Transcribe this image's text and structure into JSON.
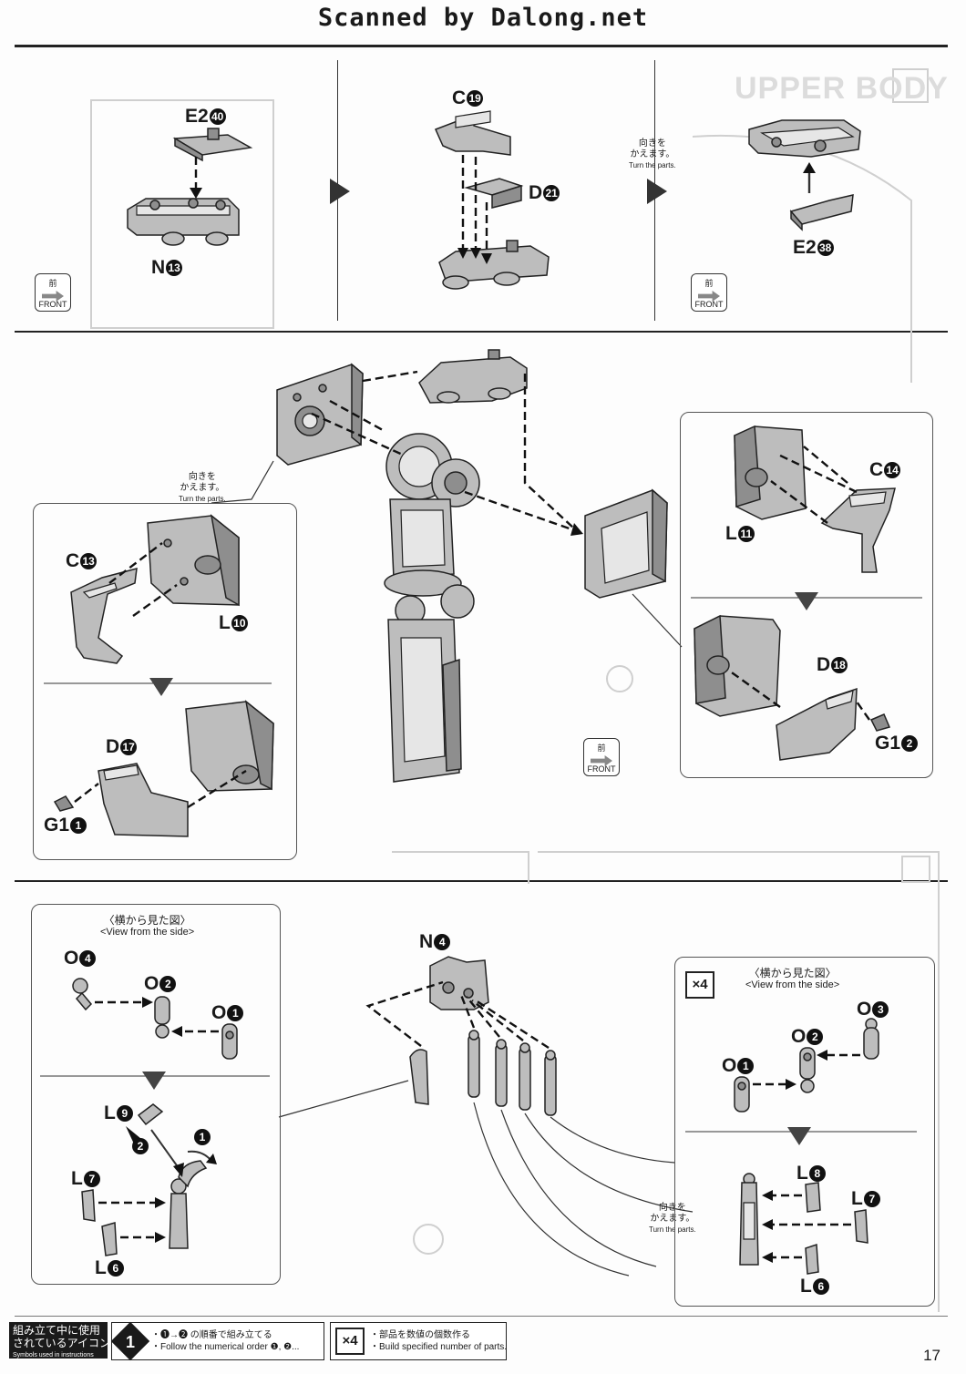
{
  "header": {
    "scan_credit": "Scanned by Dalong.net"
  },
  "step_bg": {
    "upper_body": "UPPER BODY"
  },
  "notes": {
    "turn_jp": "向きを\nかえます。",
    "turn_en": "Turn the parts.",
    "view_side_jp": "〈横から見た図〉",
    "view_side_en": "<View from the side>",
    "front_jp": "前",
    "front_en": "FRONT",
    "x4": "×4"
  },
  "parts": {
    "e2_40": {
      "letter": "E2",
      "num": "40"
    },
    "n13": {
      "letter": "N",
      "num": "13"
    },
    "c19": {
      "letter": "C",
      "num": "19"
    },
    "d21": {
      "letter": "D",
      "num": "21"
    },
    "e2_38": {
      "letter": "E2",
      "num": "38"
    },
    "c14": {
      "letter": "C",
      "num": "14"
    },
    "l11": {
      "letter": "L",
      "num": "11"
    },
    "d18": {
      "letter": "D",
      "num": "18"
    },
    "g1_2": {
      "letter": "G1",
      "num": "2"
    },
    "c13": {
      "letter": "C",
      "num": "13"
    },
    "l10": {
      "letter": "L",
      "num": "10"
    },
    "d17": {
      "letter": "D",
      "num": "17"
    },
    "g1_1": {
      "letter": "G1",
      "num": "1"
    },
    "n4": {
      "letter": "N",
      "num": "4"
    },
    "o4": {
      "letter": "O",
      "num": "4"
    },
    "o2a": {
      "letter": "O",
      "num": "2"
    },
    "o1a": {
      "letter": "O",
      "num": "1"
    },
    "l9": {
      "letter": "L",
      "num": "9"
    },
    "l7a": {
      "letter": "L",
      "num": "7"
    },
    "l6a": {
      "letter": "L",
      "num": "6"
    },
    "o3": {
      "letter": "O",
      "num": "3"
    },
    "o2b": {
      "letter": "O",
      "num": "2"
    },
    "o1b": {
      "letter": "O",
      "num": "1"
    },
    "l8": {
      "letter": "L",
      "num": "8"
    },
    "l7b": {
      "letter": "L",
      "num": "7"
    },
    "l6b": {
      "letter": "L",
      "num": "6"
    }
  },
  "order_marks": {
    "first": "1",
    "second": "2"
  },
  "legend": {
    "title_jp": "組み立て中に使用\nされているアイコン",
    "title_en": "Symbols used in instructions",
    "order_icon": "1",
    "order_jp": "・❶→❷ の順番で組み立てる",
    "order_en": "・Follow the numerical order ❶, ❷...",
    "count_icon": "×4",
    "count_jp": "・部品を数値の個数作る",
    "count_en": "・Build specified number of parts."
  },
  "page_number": "17"
}
